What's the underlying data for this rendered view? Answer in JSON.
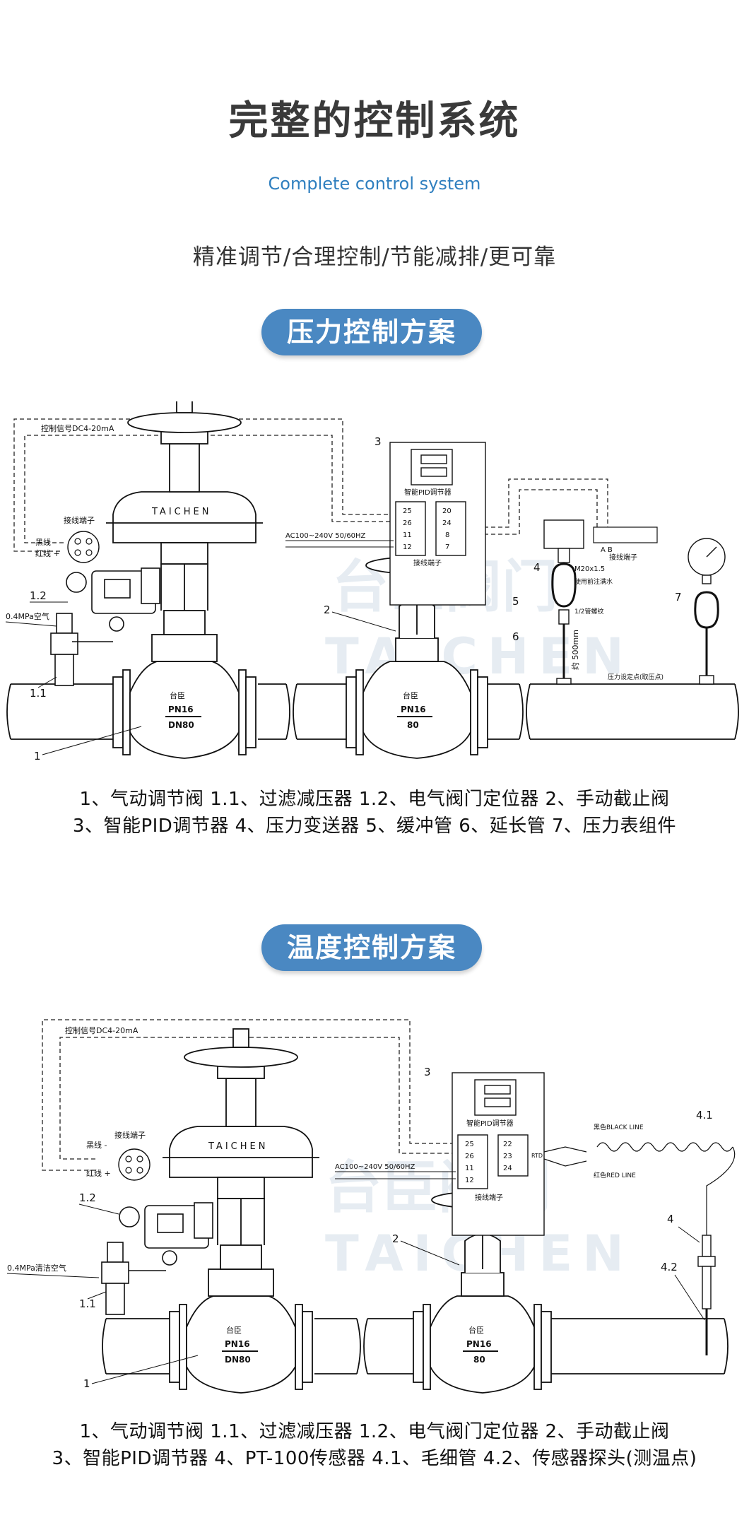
{
  "header": {
    "title": "完整的控制系统",
    "subtitle": "Complete control system",
    "tagline": "精准调节/合理控制/节能减排/更可靠"
  },
  "pressure_section": {
    "heading": "压力控制方案",
    "labels": {
      "control_signal": "控制信号DC4-20mA",
      "terminal": "接线端子",
      "black_wire": "黑线 -",
      "red_wire": "红线 +",
      "brand": "TAICHEN",
      "air": "0.4MPa空气",
      "pid": "智能PID调节器",
      "pid_terminal": "接线端子",
      "ac": "AC100~240V 50/60HZ",
      "m20": "M20x1.5",
      "water": "使用前注满水",
      "thread": "1/2管螺纹",
      "length": "约 500mm",
      "setpoint": "压力设定点(取压点)",
      "transmitter_terminal": "接线端子",
      "ab": "A  B",
      "valve_mark": "台臣",
      "pn": "PN16",
      "dn": "DN80",
      "num_1": "1",
      "num_1_1": "1.1",
      "num_1_2": "1.2",
      "num_2": "2",
      "num_3": "3",
      "num_4": "4",
      "num_5": "5",
      "num_6": "6",
      "num_7": "7",
      "t25": "25",
      "t26": "26",
      "t11": "11",
      "t12": "12",
      "t20": "20",
      "t24": "24",
      "t8": "8",
      "t7": "7",
      "watermark_cn": "台臣阀门",
      "watermark_en": "TAICHEN"
    },
    "legend_line1": "1、气动调节阀  1.1、过滤减压器  1.2、电气阀门定位器  2、手动截止阀",
    "legend_line2": "3、智能PID调节器  4、压力变送器 5、缓冲管   6、延长管  7、压力表组件"
  },
  "temperature_section": {
    "heading": "温度控制方案",
    "labels": {
      "control_signal": "控制信号DC4-20mA",
      "terminal": "接线端子",
      "black_wire": "黑线 -",
      "red_wire": "红线 +",
      "brand": "TAICHEN",
      "air": "0.4MPa清洁空气",
      "pid": "智能PID调节器",
      "pid_terminal": "接线端子",
      "ac": "AC100~240V 50/60HZ",
      "black_line": "黑色BLACK LINE",
      "red_line": "红色RED LINE",
      "rtd": "RTD",
      "valve_mark": "台臣",
      "pn": "PN16",
      "dn": "DN80",
      "num_1": "1",
      "num_1_1": "1.1",
      "num_1_2": "1.2",
      "num_2": "2",
      "num_3": "3",
      "num_4": "4",
      "num_4_1": "4.1",
      "num_4_2": "4.2",
      "t25": "25",
      "t26": "26",
      "t11": "11",
      "t12": "12",
      "t22": "22",
      "t23": "23",
      "t24": "24",
      "watermark_cn": "台臣阀门",
      "watermark_en": "TAICHEN"
    },
    "legend_line1": "1、气动调节阀  1.1、过滤减压器  1.2、电气阀门定位器  2、手动截止阀",
    "legend_line2": "3、智能PID调节器  4、PT-100传感器  4.1、毛细管 4.2、传感器探头(测温点)"
  }
}
